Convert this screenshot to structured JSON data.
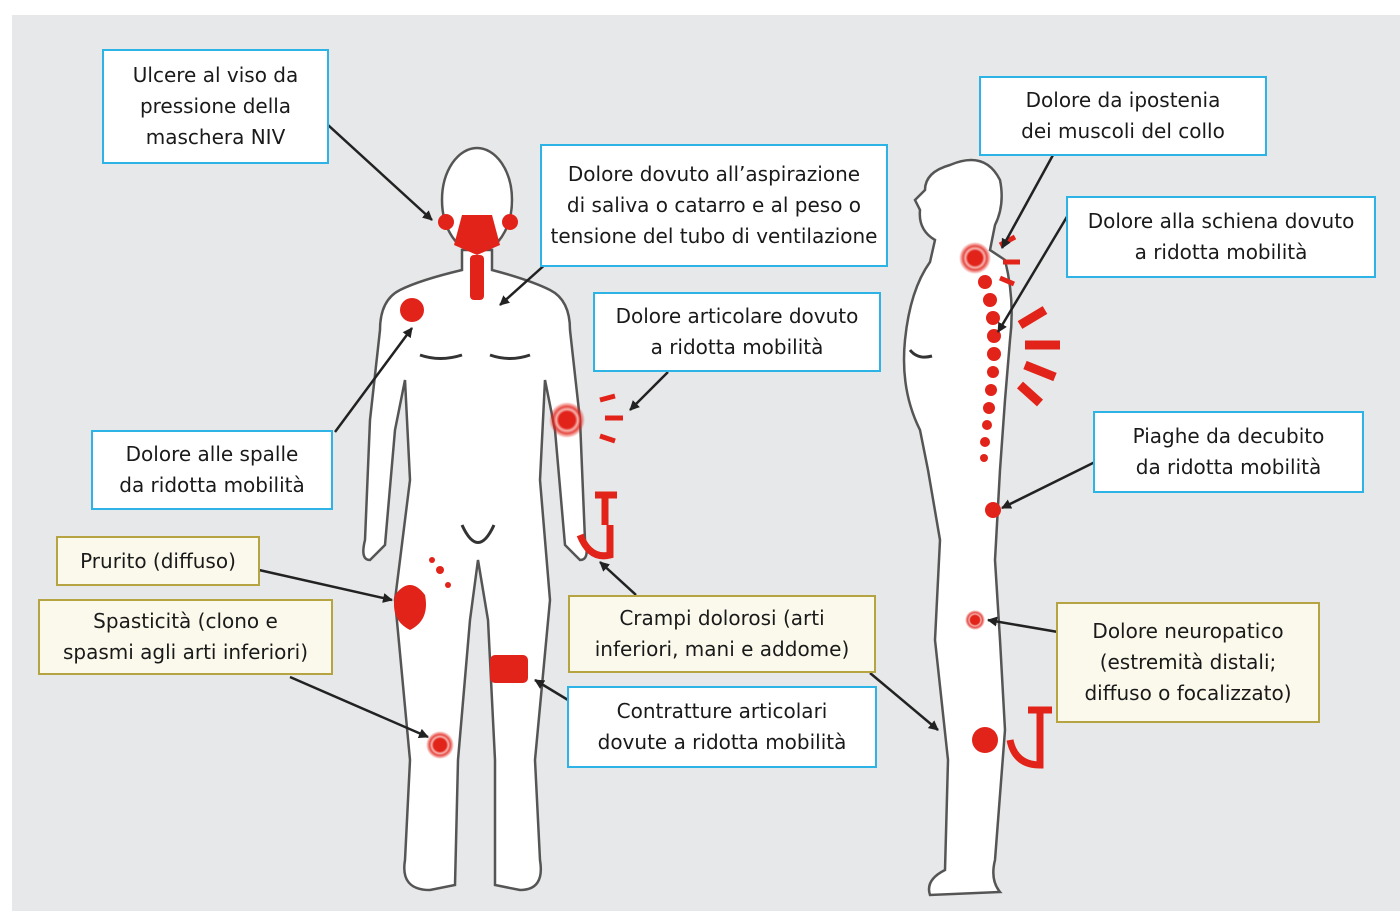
{
  "labels": {
    "ulcere_viso": "Ulcere al viso da\npressione della\nmaschera NIV",
    "aspirazione": "Dolore dovuto all’aspirazione\ndi saliva o catarro e al peso o\ntensione del tubo di ventilazione",
    "articolare": "Dolore articolare dovuto\na ridotta mobilità",
    "spalle": "Dolore alle spalle\nda ridotta mobilità",
    "prurito": "Prurito (diffuso)",
    "spasticita": "Spasticità (clono e\nspasmi agli arti inferiori)",
    "crampi": "Crampi dolorosi (arti\ninferiori, mani e addome)",
    "contratture": "Contratture articolari\ndovute a ridotta mobilità",
    "ipostenia": "Dolore da ipostenia\ndei muscoli del collo",
    "schiena": "Dolore alla schiena dovuto\na ridotta mobilità",
    "piaghe": "Piaghe da decubito\nda ridotta mobilità",
    "neuropatico": "Dolore neuropatico\n(estremità distali;\ndiffuso o focalizzato)"
  },
  "colors": {
    "background": "#e7e8e9",
    "blue_border": "#2db3e6",
    "olive_border": "#b6a443",
    "pain_red": "#e2231a",
    "arrow": "#222222"
  }
}
